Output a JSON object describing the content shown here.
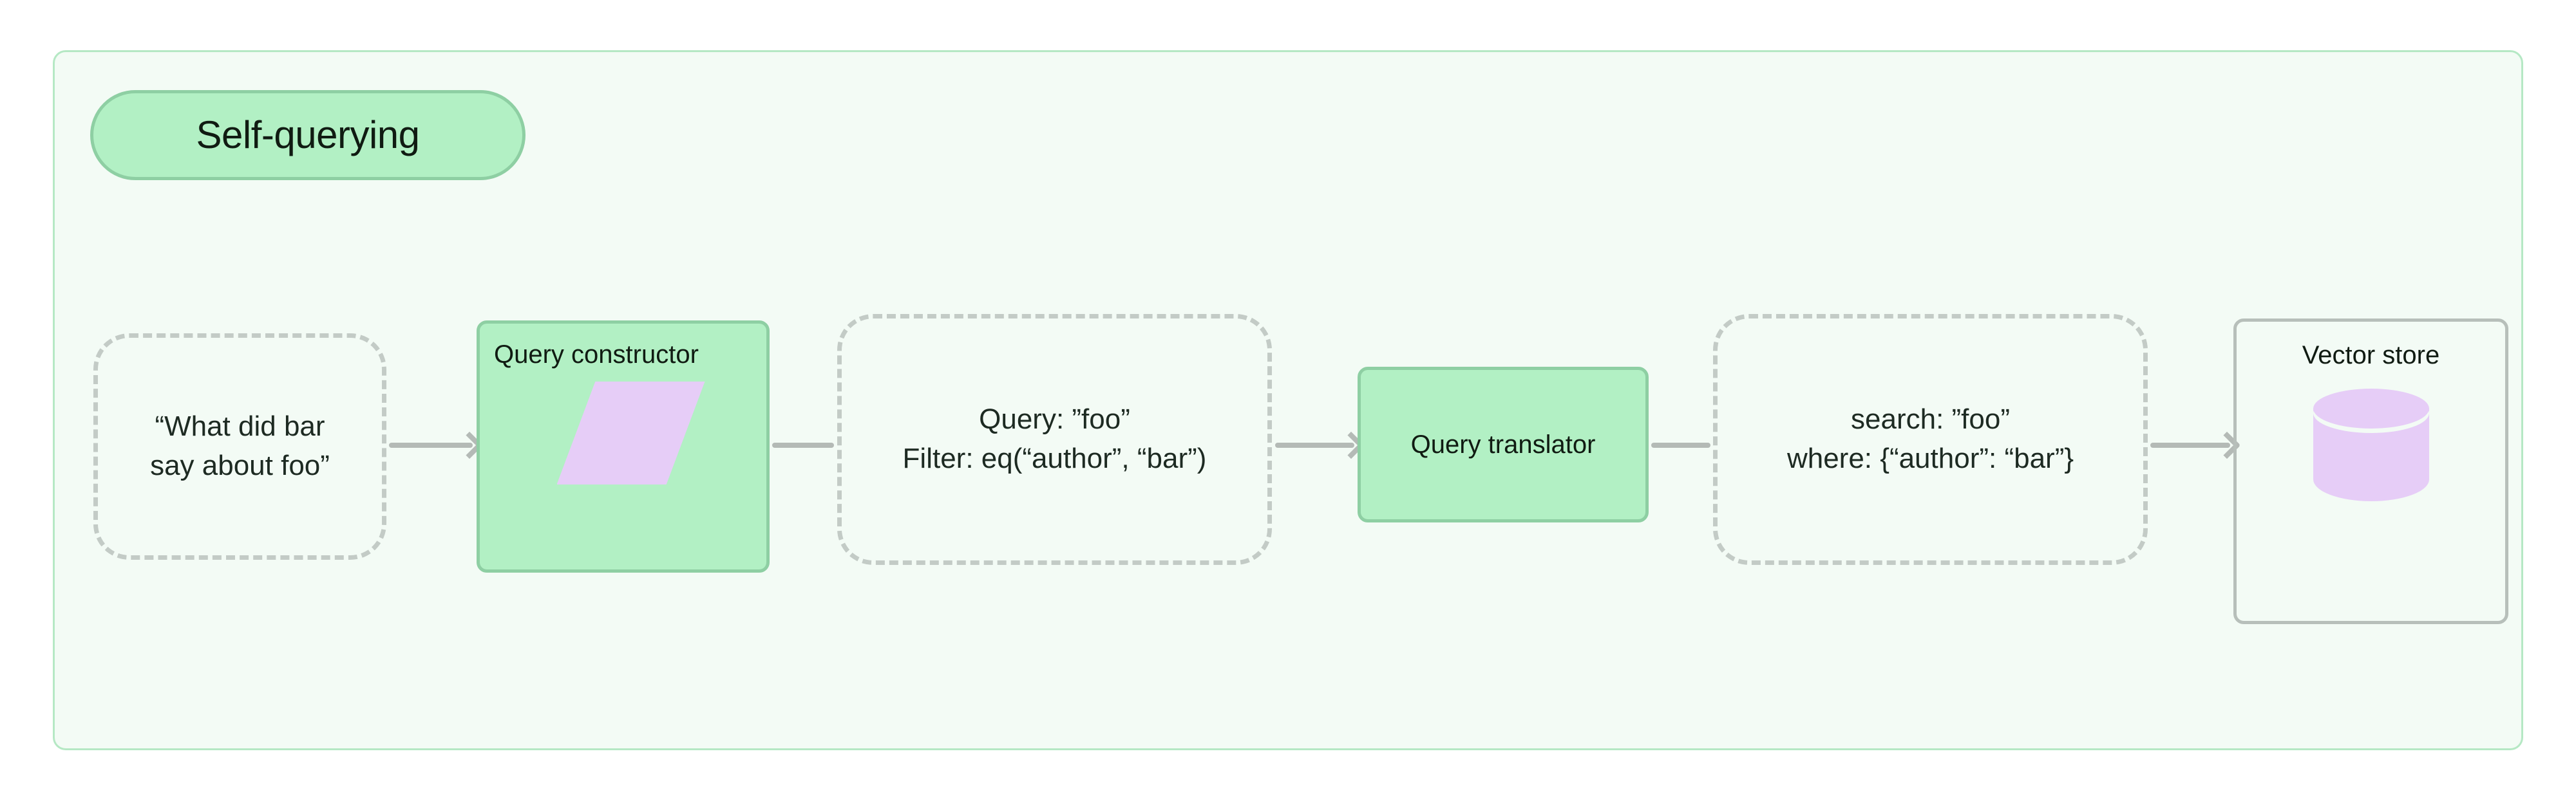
{
  "diagram": {
    "title": "Self-querying",
    "container_bg": "#f3fbf5",
    "container_border": "#b5e8c4",
    "accent_green": "#b2f0c4",
    "accent_green_border": "#8ecfa3",
    "accent_purple": "#e6cdf7",
    "dashed_border": "#c3cbc6",
    "edge_color": "#b4bab6",
    "text_color": "#101b12"
  },
  "nodes": {
    "user_question": {
      "line1": "“What did bar",
      "line2": "say about foo”",
      "shape": "dashed-rounded"
    },
    "query_constructor": {
      "label": "Query constructor",
      "icon": "parallelogram-icon",
      "shape": "process"
    },
    "structured_query": {
      "line1": "Query: ”foo”",
      "line2": "Filter: eq(“author”, “bar”)",
      "shape": "dashed-rounded"
    },
    "query_translator": {
      "label": "Query translator",
      "shape": "process"
    },
    "translated_query": {
      "line1": "search: ”foo”",
      "line2": "where: {“author”: “bar”}",
      "shape": "dashed-rounded"
    },
    "vector_store": {
      "label": "Vector store",
      "icon": "database-cylinder-icon",
      "shape": "plain"
    }
  },
  "edges": [
    {
      "from": "user_question",
      "to": "query_constructor",
      "arrowhead": true
    },
    {
      "from": "query_constructor",
      "to": "structured_query",
      "arrowhead": false
    },
    {
      "from": "structured_query",
      "to": "query_translator",
      "arrowhead": true
    },
    {
      "from": "query_translator",
      "to": "translated_query",
      "arrowhead": false
    },
    {
      "from": "translated_query",
      "to": "vector_store",
      "arrowhead": true
    }
  ]
}
